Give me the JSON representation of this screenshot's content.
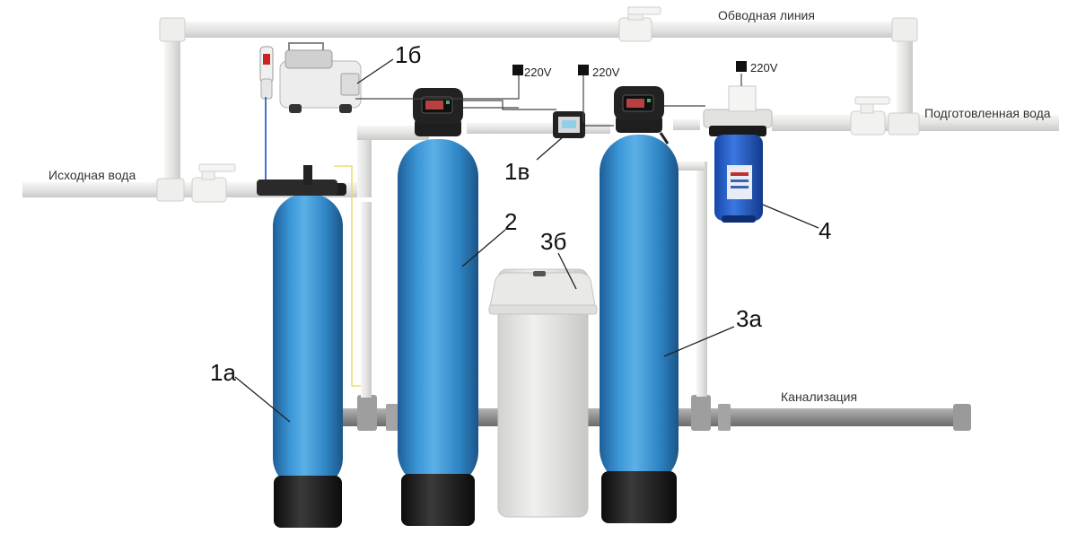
{
  "pipes": {
    "bypass_label": "Обводная линия",
    "inlet_label": "Исходная вода",
    "outlet_label": "Подготовленная вода",
    "drain_label": "Канализация"
  },
  "power": {
    "voltage_1": "220V",
    "voltage_2": "220V",
    "voltage_3": "220V"
  },
  "components": {
    "label_1a": "1а",
    "label_1b": "1б",
    "label_1v": "1в",
    "label_2": "2",
    "label_3a": "3а",
    "label_3b": "3б",
    "label_4": "4"
  },
  "colors": {
    "pipe_white": "#e8e8e6",
    "pipe_gray": "#8e8e8e",
    "tank_blue": "#2f86c6",
    "tank_base": "#1a1a1a",
    "brine_tank": "#e6e6e4",
    "wire_yellow": "#e8e070",
    "wire_blue": "#3a5fc8"
  }
}
